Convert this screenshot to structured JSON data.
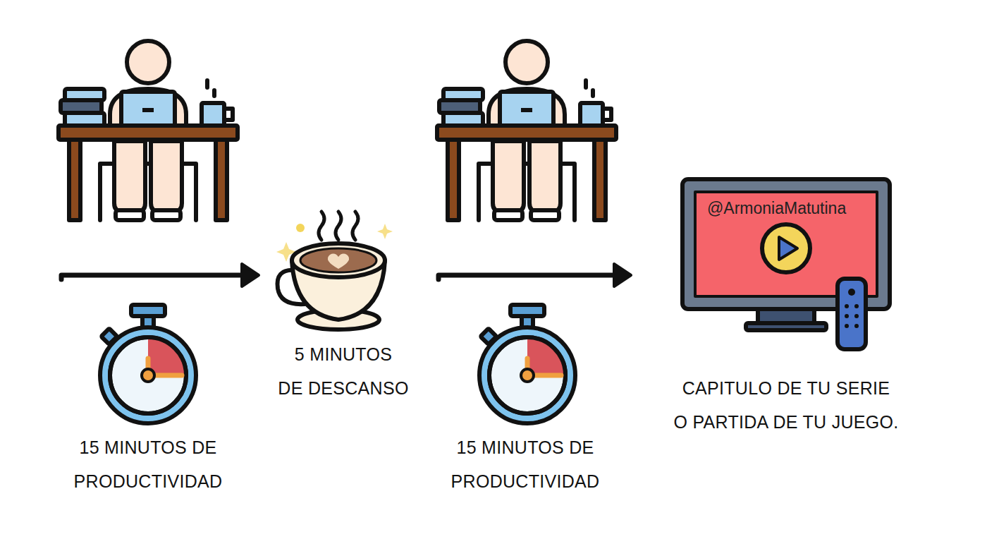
{
  "diagram": {
    "nodes": [
      {
        "text": [
          "15 MINUTOS DE PRODUCTIVIDAD"
        ]
      },
      {
        "text": [
          "5 MINUTOS DE DESCANSO"
        ]
      },
      {
        "text": [
          "15 MINUTOS DE PRODUCTIVIDAD"
        ]
      },
      {
        "text": [
          "CAPITULO DE TU SERIE O PARTIDA DE TU JUEGO."
        ]
      }
    ],
    "edges": [
      {
        "from": 0,
        "to": 1,
        "arrow": "to"
      },
      {
        "from": 2,
        "to": 3,
        "arrow": "to"
      }
    ],
    "labels": [
      "@ArmoniaMatutina"
    ]
  }
}
